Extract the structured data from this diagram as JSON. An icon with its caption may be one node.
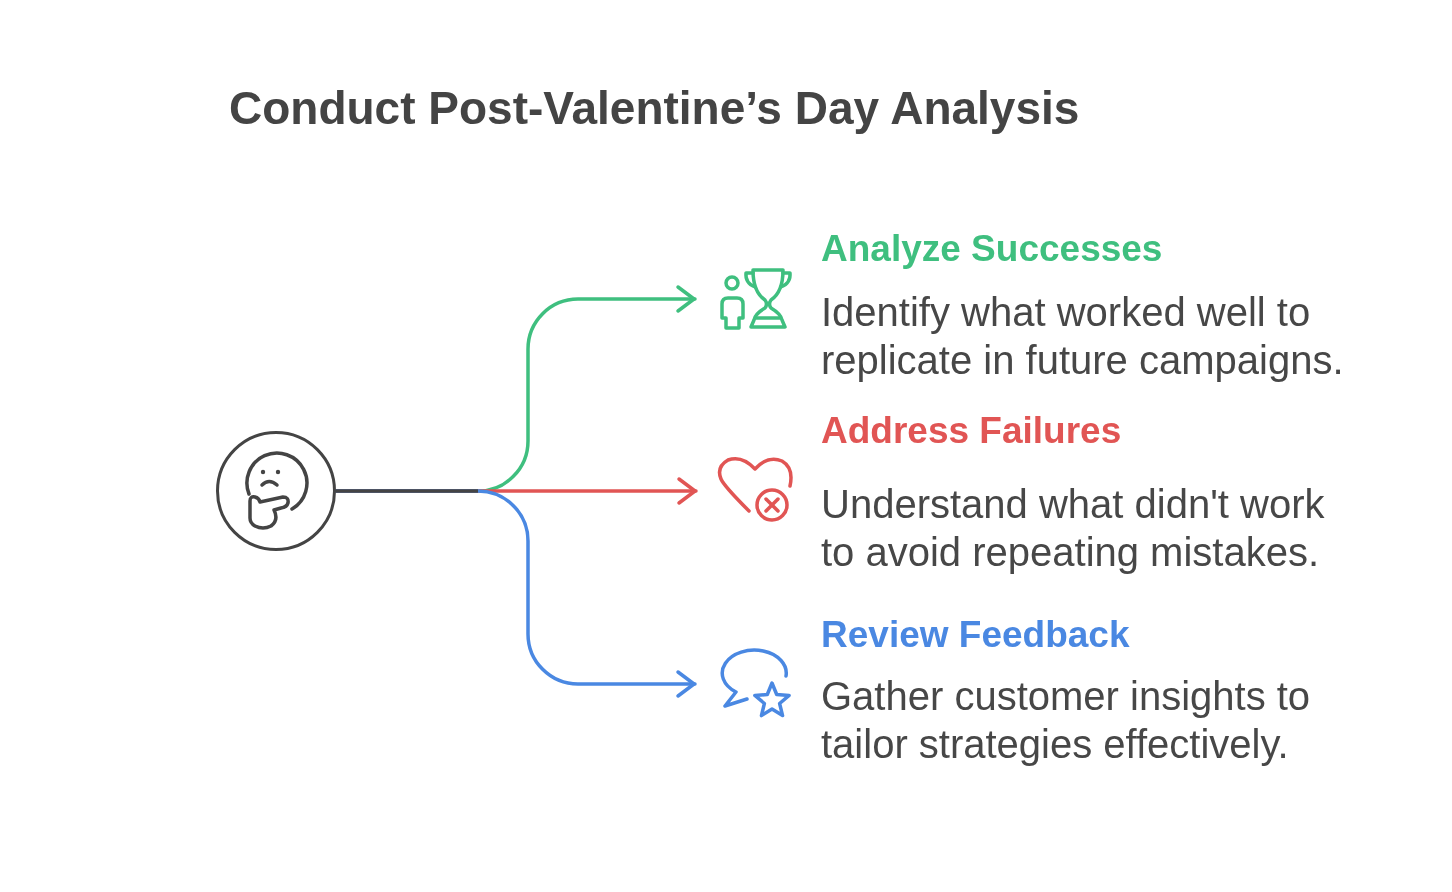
{
  "diagram": {
    "title": "Conduct Post-Valentine’s Day Analysis",
    "nodes": [
      {
        "text": [],
        "shape": "circle"
      },
      {
        "text": [
          "Analyze Successes",
          "Identify what worked well to replicate in future campaigns."
        ]
      },
      {
        "text": [
          "Address Failures",
          "Understand what didn't work to avoid repeating mistakes."
        ]
      },
      {
        "text": [
          "Review Feedback",
          "Gather customer insights to tailor strategies effectively."
        ]
      }
    ],
    "edges": [
      {
        "from": 0,
        "to": 1,
        "arrow": "to",
        "color": "#3fbf7f"
      },
      {
        "from": 0,
        "to": 2,
        "arrow": "to",
        "color": "#e15554"
      },
      {
        "from": 0,
        "to": 3,
        "arrow": "to",
        "color": "#4a88e2"
      }
    ]
  }
}
